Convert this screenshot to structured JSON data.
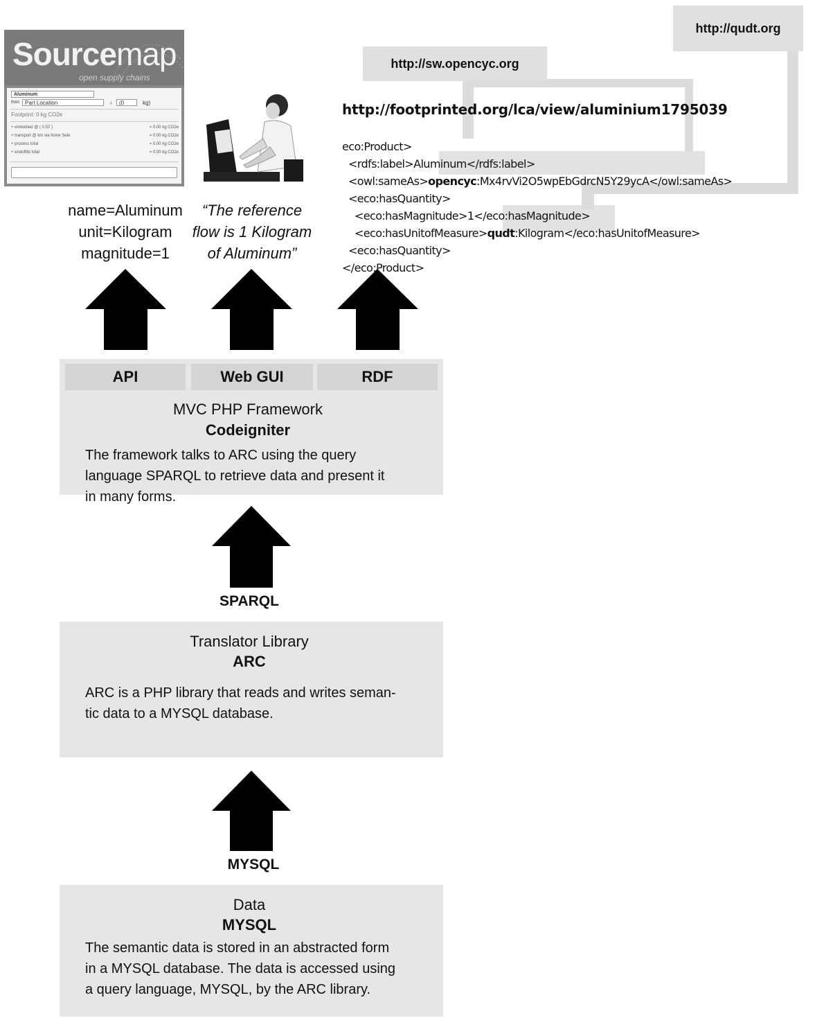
{
  "urls": {
    "qudt": "http://qudt.org",
    "opencyc": "http://sw.opencyc.org",
    "footprinted": "http://footprinted.org/lca/view/aluminium1795039"
  },
  "rdf_lines": {
    "l1": "eco:Product>",
    "l2": "  <rdfs:label>Aluminum</rdfs:label>",
    "l3a": "  <owl:sameAs>",
    "l3b": "opencyc",
    "l3c": ":Mx4rvVi2O5wpEbGdrcN5Y29ycA</owl:sameAs>",
    "l4": "  <eco:hasQuantity>",
    "l5": "    <eco:hasMagnitude>1</eco:hasMagnitude>",
    "l6a": "    <eco:hasUnitofMeasure>",
    "l6b": "qudt",
    "l6c": ":Kilogram</eco:hasUnitofMeasure>",
    "l7": "  <eco:hasQuantity>",
    "l8": "</eco:Product>"
  },
  "sourcemap": {
    "logo_main": "Source",
    "logo_light": "map",
    "tagline": "open supply chains",
    "name_value": "Aluminum",
    "from_label": "from",
    "location_value": "Part Location",
    "qty_value": "(0",
    "unit_value": "kg)",
    "footprint_text": "Footprint: 0 kg CO2e",
    "rows": [
      {
        "label": "+ embodied @ (  0.52 )",
        "value": "= 0.00 kg CO2e"
      },
      {
        "label": "+ transport @ km via  None Sele",
        "value": "= 0.00 kg CO2e"
      },
      {
        "label": "+ process total",
        "value": "= 0.00 kg CO2e"
      },
      {
        "label": "+ endoflife total",
        "value": "= 0.00 kg CO2e"
      }
    ]
  },
  "outputs": {
    "api_lines": [
      "name=Aluminum",
      "unit=Kilogram",
      "magnitude=1"
    ],
    "quote_lines": [
      "“The reference",
      "flow is 1 Kilogram",
      "of Aluminum”"
    ]
  },
  "framework": {
    "tabs": [
      "API",
      "Web GUI",
      "RDF"
    ],
    "title": "MVC PHP Framework",
    "name": "Codeigniter",
    "desc_lines": [
      "The framework talks to ARC using the query",
      "language SPARQL to retrieve data and present it",
      "in many forms."
    ]
  },
  "arrow_labels": {
    "sparql": "SPARQL",
    "mysql": "MYSQL"
  },
  "translator": {
    "title": "Translator Library",
    "name": "ARC",
    "desc_lines": [
      "ARC is a PHP library that reads and writes seman-",
      "tic data to a MYSQL database."
    ]
  },
  "data_box": {
    "title": "Data",
    "name": "MYSQL",
    "desc_lines": [
      "The semantic data is stored in an abstracted form",
      "in a MYSQL database.  The data is accessed using",
      "a query language, MYSQL, by the ARC library."
    ]
  }
}
